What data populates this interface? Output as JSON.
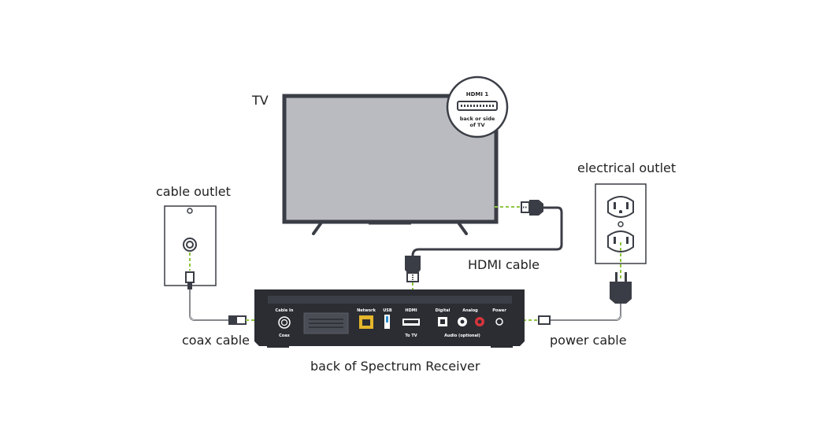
{
  "labels": {
    "tv": "TV",
    "cable_outlet": "cable outlet",
    "electrical_outlet": "electrical outlet",
    "hdmi_cable": "HDMI cable",
    "coax_cable": "coax cable",
    "power_cable": "power cable",
    "receiver": "back of Spectrum Receiver"
  },
  "callout": {
    "port_name": "HDMI 1",
    "note_line1": "back or side",
    "note_line2": "of TV"
  },
  "ports": {
    "cable_in": "Cable In",
    "coax": "Coax",
    "network": "Network",
    "usb": "USB",
    "hdmi": "HDMI",
    "to_tv": "To TV",
    "digital": "Digital",
    "analog": "Analog",
    "power": "Power",
    "audio_optional": "Audio (optional)"
  },
  "colors": {
    "outline": "#3a3d45",
    "screen": "#b9bbc0",
    "receiver_body": "#2b2d33",
    "accent_green": "#8dc63f",
    "network_port": "#e5b52b",
    "analog_red": "#d7343c"
  }
}
